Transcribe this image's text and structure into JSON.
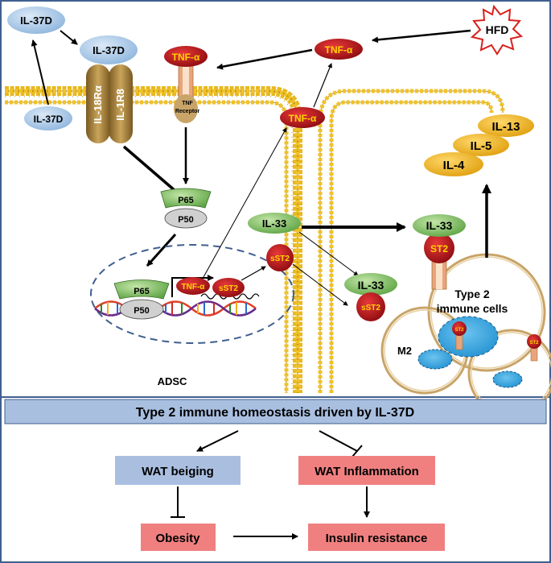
{
  "top": {
    "il37d_outside": "IL-37D",
    "il37d_bound": "IL-37D",
    "il37d_inside": "IL-37D",
    "receptor_a": "IL-18Rα",
    "receptor_b": "IL-1R8",
    "tnf_bound": "TNF-α",
    "tnf_receptor_line1": "TNF",
    "tnf_receptor_line2": "Receptor",
    "tnf_free": "TNF-α",
    "tnf_secreted": "TNF-α",
    "hfd": "HFD",
    "p65": "P65",
    "p50": "P50",
    "p65_nucleus": "P65",
    "p50_nucleus": "P50",
    "tnf_gene": "TNF-α",
    "sst2_gene": "sST2",
    "sst2_free": "sST2",
    "il33_adsc": "IL-33",
    "il33_complex": "IL-33",
    "sst2_complex": "sST2",
    "il33_cell": "IL-33",
    "st2_receptor": "ST2",
    "il13": "IL-13",
    "il5": "IL-5",
    "il4": "IL-4",
    "immune_cells_line1": "Type 2",
    "immune_cells_line2": "immune cells",
    "st2_small_a": "ST2",
    "st2_small_b": "ST2",
    "m2": "M2",
    "adsc": "ADSC"
  },
  "banner": "Type 2 immune homeostasis driven by IL-37D",
  "bottom": {
    "wat_beiging": "WAT beiging",
    "wat_inflammation": "WAT Inflammation",
    "obesity": "Obesity",
    "insulin_resistance": "Insulin resistance"
  },
  "colors": {
    "blue_oval": "#a9c8e8",
    "tnf_red": "#c0141b",
    "green": "#8cc66b",
    "yellow": "#f2b81e",
    "receptor_brown": "#a8813a",
    "pink_box": "#f08080",
    "blue_box": "#aabfe0",
    "banner": "#a9bfe0",
    "frame": "#3f5f8f",
    "membrane": "#e8b820",
    "cell_tan": "#c8a468",
    "nucleus_blue": "#3aa6dc"
  }
}
